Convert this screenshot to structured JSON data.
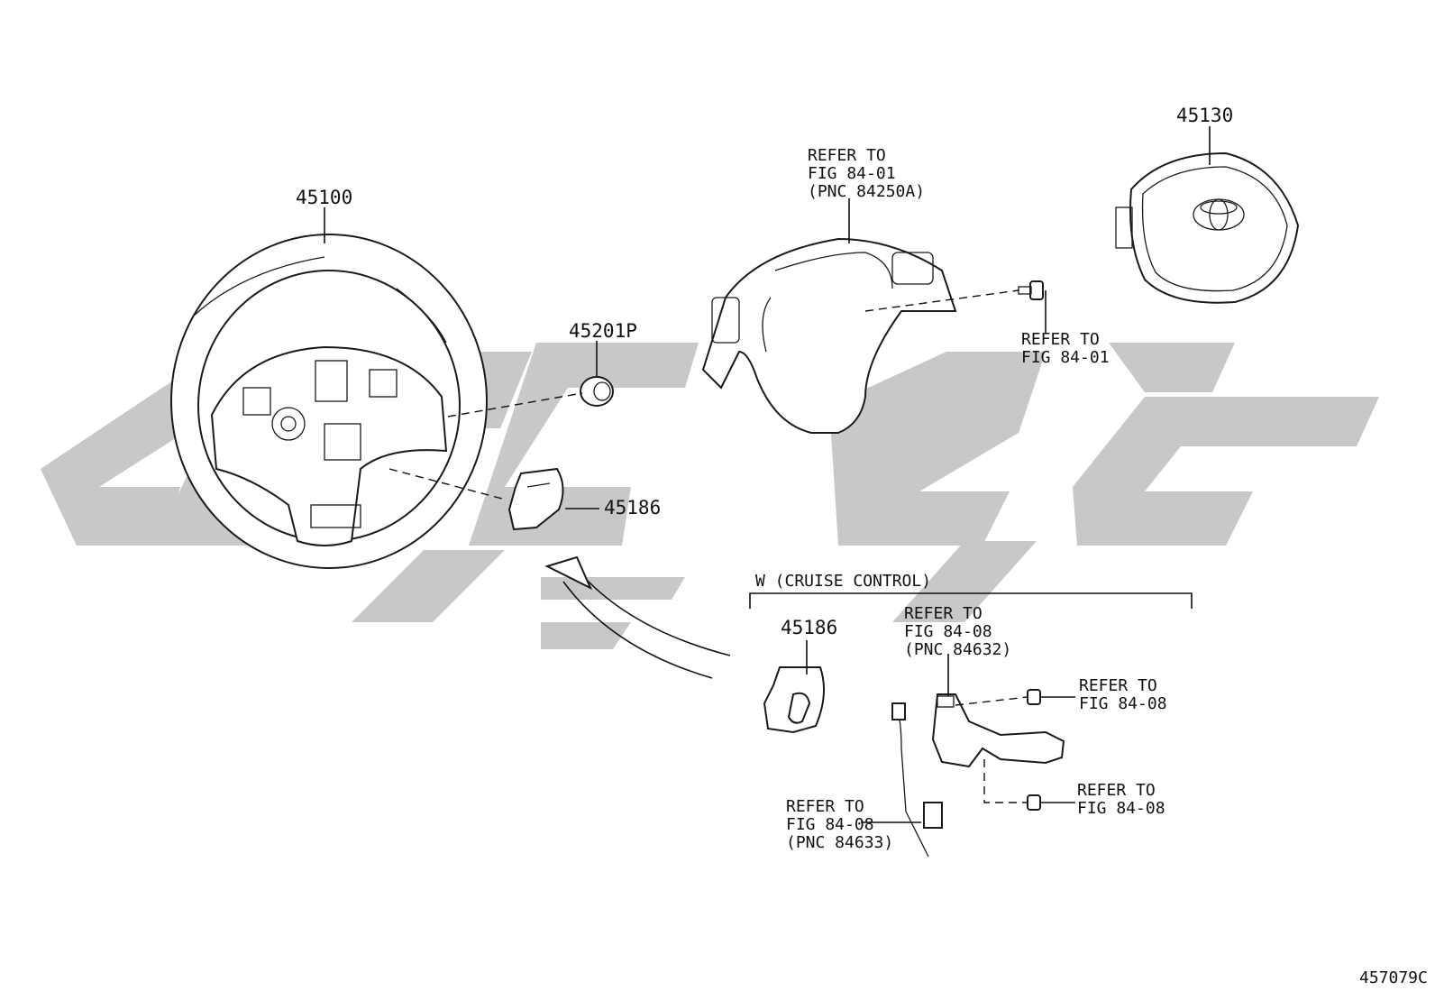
{
  "parts": {
    "steering_wheel": "45100",
    "airbag": "45130",
    "cover_plug": "45201P",
    "lower_cover": "45186",
    "lower_cover_cruise": "45186"
  },
  "refs": {
    "spoke_switch": [
      "REFER TO",
      "FIG 84-01",
      "(PNC 84250A)"
    ],
    "bolt": [
      "REFER TO",
      "FIG 84-01"
    ],
    "cruise_switch": [
      "REFER TO",
      "FIG 84-08",
      "(PNC 84632)"
    ],
    "screw_top": [
      "REFER TO",
      "FIG 84-08"
    ],
    "screw_bottom": [
      "REFER TO",
      "FIG 84-08"
    ],
    "harness": [
      "REFER TO",
      "FIG 84-08",
      "(PNC 84633)"
    ]
  },
  "cruise_group_label": "W (CRUISE CONTROL)",
  "figure_code": "457079C"
}
